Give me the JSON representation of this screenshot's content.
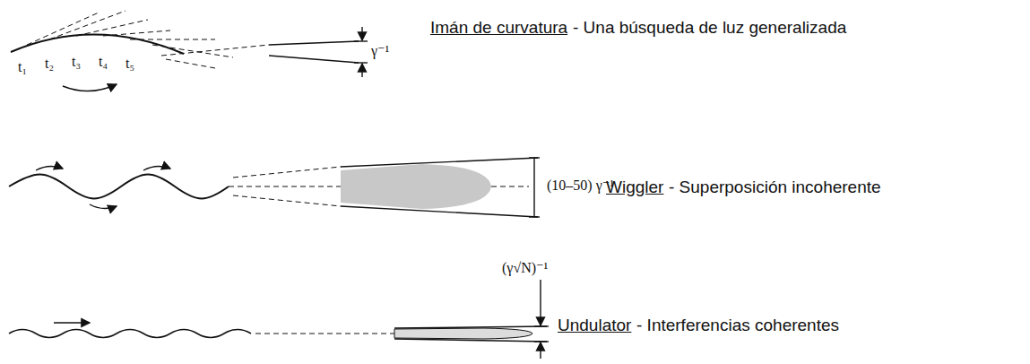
{
  "diagram": {
    "labels": [
      "Imán de curvatura",
      "- Una búsqueda de luz generalizada",
      "t₁",
      "t₂",
      "t₃",
      "t₄",
      "t₅",
      "γ⁻¹",
      "(10–50) γ⁻¹",
      "Wiggler",
      "- Superposición incoherente",
      "(γ√N)⁻¹",
      "Undulator",
      "- Interferencias coherentes"
    ]
  }
}
